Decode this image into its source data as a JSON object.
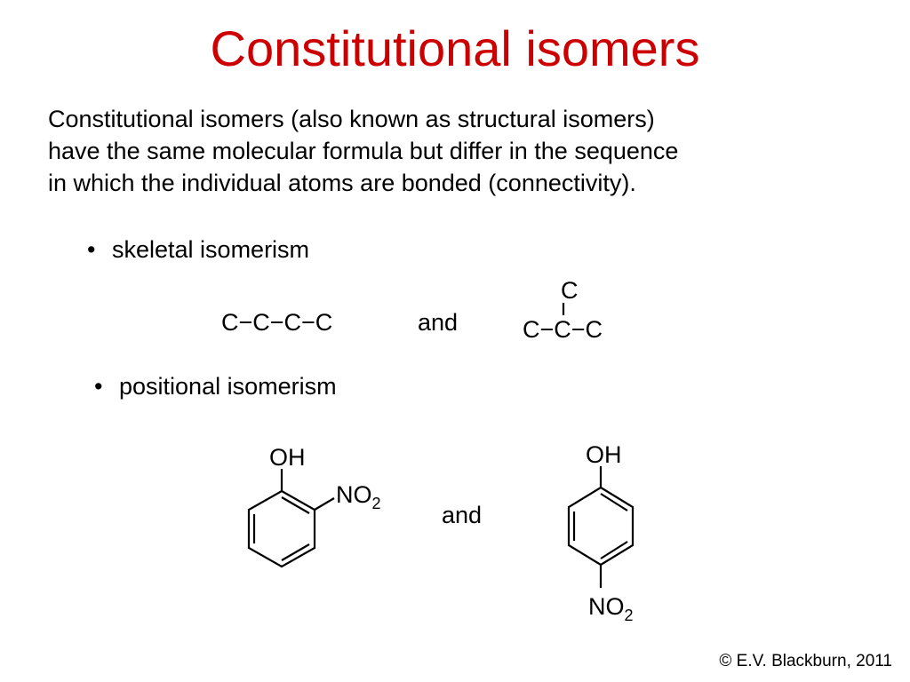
{
  "title": "Constitutional isomers",
  "intro": {
    "line1": "Constitutional isomers (also known as structural isomers)",
    "line2": "have the same molecular formula but differ in the sequence",
    "line3": "in which the individual atoms are bonded (connectivity)."
  },
  "bullets": {
    "symbol": "•",
    "skeletal": "skeletal isomerism",
    "positional": "positional isomerism"
  },
  "skeletal": {
    "linear_chain": "C−C−C−C",
    "and_label": "and",
    "branch_top": "C",
    "branch_chain": "C−C−C"
  },
  "positional": {
    "and_label": "and",
    "ortho": {
      "oh": "OH",
      "no2": "NO",
      "no2_sub": "2"
    },
    "para": {
      "oh": "OH",
      "no2": "NO",
      "no2_sub": "2"
    }
  },
  "footer": {
    "copyright": "© E.V. Blackburn, 2011"
  },
  "colors": {
    "title": "#cc0000",
    "text": "#000000",
    "background": "#ffffff"
  }
}
